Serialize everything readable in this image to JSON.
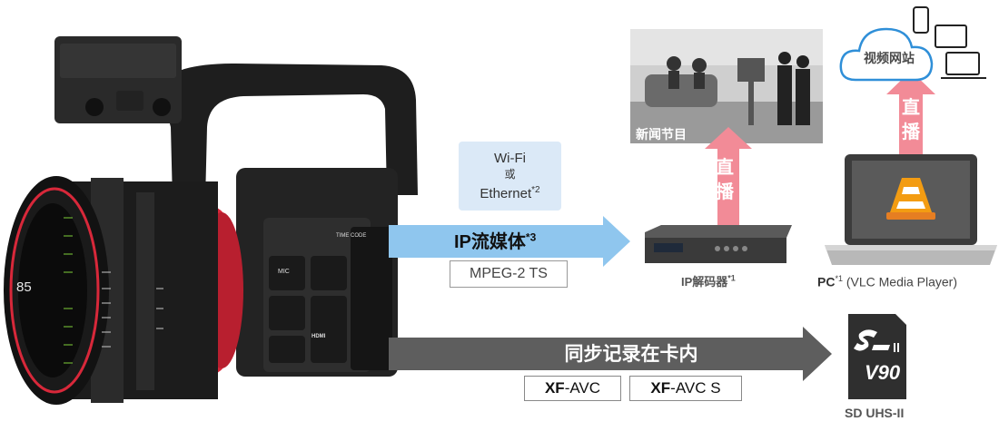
{
  "connection": {
    "wifi_line1": "Wi-Fi",
    "wifi_line2": "或",
    "wifi_line3": "Ethernet",
    "wifi_note": "*2"
  },
  "streaming": {
    "label": "IP流媒体",
    "note": "*3",
    "format": "MPEG-2 TS"
  },
  "news": {
    "label": "新闻节目",
    "live_char1": "直",
    "live_char2": "播"
  },
  "decoder": {
    "label": "IP解码器",
    "note": "*1"
  },
  "pc": {
    "label": "PC",
    "note": "*1",
    "software": " (VLC Media Player)"
  },
  "cloud": {
    "label": "视频网站",
    "live_char1": "直",
    "live_char2": "播"
  },
  "recording": {
    "label": "同步记录在卡内",
    "format1_bold": "XF",
    "format1_rest": "-AVC",
    "format2_bold": "XF",
    "format2_rest": "-AVC S"
  },
  "sd_card": {
    "label": "SD UHS-II",
    "speed_class": "V90"
  },
  "camera": {
    "lens_focal": "85",
    "time_code_label": "TIME CODE",
    "mic_label": "MIC",
    "hdmi_label": "HDMI"
  },
  "colors": {
    "stream_arrow": "#8fc6ee",
    "record_arrow": "#5e5e5e",
    "live_arrow": "#f28b97",
    "cloud_stroke": "#2f8fd8",
    "lens_ring": "#d8283a"
  }
}
